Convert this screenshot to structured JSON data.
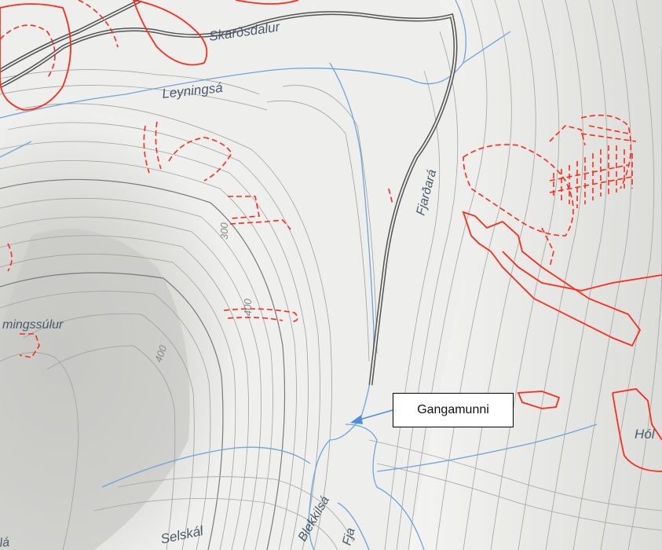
{
  "colors": {
    "background_light": "#f2f2f0",
    "shade": "#b9b9b6",
    "contour": "#9a9a9a",
    "contour_index": "#7d7d7d",
    "stream": "#6fa6d6",
    "road_outer": "#555555",
    "road_inner": "#e9e9e9",
    "hazard_red": "#ff2a1a",
    "callout_arrow": "#4f8fd8",
    "label_blue": "#4a5b6c"
  },
  "labels": {
    "skardsdalur": "Skarðsdalur",
    "leyningsa": "Leyningsá",
    "fjardara_upper": "Fjarðará",
    "ningssulur": "mingssúlur",
    "selskal": "Selskál",
    "blekkilsa": "Blekkilsá",
    "fja_lower": "Fja",
    "hol": "Hól",
    "la_corner": "lá"
  },
  "contour_labels": {
    "c300": "300",
    "c400_mid": "400",
    "c400_low": "400"
  },
  "callout": {
    "text": "Gangamunni"
  },
  "icons": {
    "arrow": "arrow-left-down-icon"
  }
}
